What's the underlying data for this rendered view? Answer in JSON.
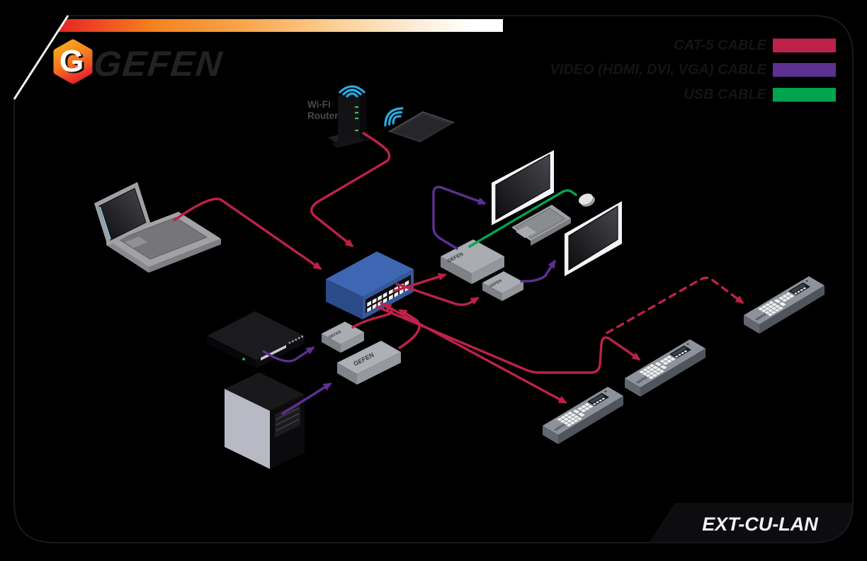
{
  "brand": {
    "wordmark": "GEFEN",
    "badge_letter": "G"
  },
  "product": {
    "model": "EXT-CU-LAN"
  },
  "legend": {
    "items": [
      {
        "id": "cat5",
        "label": "CAT-5 CABLE",
        "color": "#BE2149"
      },
      {
        "id": "video",
        "label": "VIDEO (HDMI, DVI, VGA) CABLE",
        "color": "#5C3090"
      },
      {
        "id": "usb",
        "label": "USB CABLE",
        "color": "#00A44F"
      }
    ]
  },
  "labels": {
    "wifi_router": [
      "Wi-Fi",
      "Router"
    ],
    "device_brand": "GEFEN"
  },
  "colors": {
    "background": "#000000",
    "card_border": "#16161E",
    "accent_bar_start": "#E42026",
    "accent_bar_mid": "#F5821E",
    "accent_bar_end": "#FFFFFF",
    "wordmark_text": "#242122",
    "switch_blue": "#3E66B2",
    "wifi_blue": "#29ABE2",
    "led_green": "#3DBB4C",
    "monitor_bezel": "#F4F4F6",
    "device_gray": "#A9ACB1",
    "keypad_gray": "#8E939B"
  },
  "devices": [
    {
      "name": "laptop"
    },
    {
      "name": "wifi-router"
    },
    {
      "name": "tablet"
    },
    {
      "name": "network-switch"
    },
    {
      "name": "media-player"
    },
    {
      "name": "computer-tower"
    },
    {
      "name": "sender-box-1"
    },
    {
      "name": "sender-box-2"
    },
    {
      "name": "receiver-box-1"
    },
    {
      "name": "receiver-box-2"
    },
    {
      "name": "display-1"
    },
    {
      "name": "display-2"
    },
    {
      "name": "keyboard"
    },
    {
      "name": "mouse"
    },
    {
      "name": "keypad-1"
    },
    {
      "name": "keypad-2"
    },
    {
      "name": "keypad-3"
    }
  ]
}
